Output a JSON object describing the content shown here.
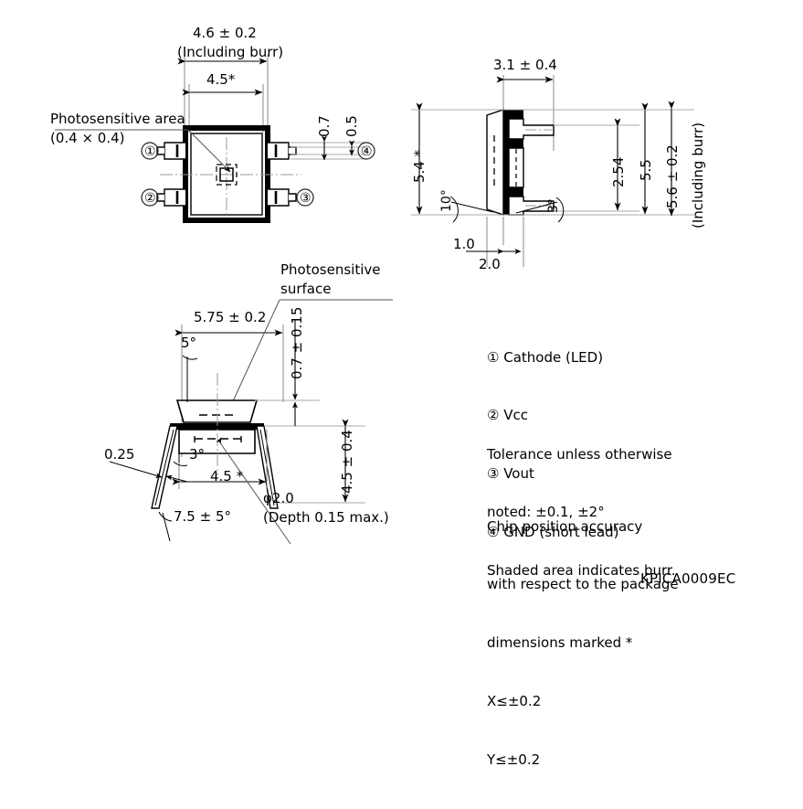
{
  "document": {
    "code": "KPICA0009EC",
    "type": "mechanical-outline-drawing"
  },
  "top_view": {
    "name": "top-view",
    "dimensions": {
      "overall_width": "4.6 ± 0.2",
      "overall_width_note": "(Including burr)",
      "body_width": "4.5*",
      "lead_dim_a": "0.7",
      "lead_dim_b": "0.5"
    },
    "callout": {
      "line1": "Photosensitive area",
      "line2": "(0.4 × 0.4)"
    },
    "pin_marks": {
      "p1": "①",
      "p2": "②",
      "p3": "③",
      "p4": "④"
    }
  },
  "side_view": {
    "name": "side-view",
    "dimensions": {
      "lead_offset": "3.1 ± 0.4",
      "body_height_star": "5.4 *",
      "angle_left": "10°",
      "angle_right": "3°",
      "lead_pitch": "2.54",
      "lead_span": "5.5",
      "overall_height": "5.6 ± 0.2",
      "overall_height_note": "(Including burr)",
      "offset_small": "1.0",
      "offset_large": "2.0"
    }
  },
  "front_view": {
    "name": "front-view",
    "dimensions": {
      "overall_width": "5.75 ± 0.2",
      "body_width_star": "4.5 *",
      "window_height": "0.7 ± 0.15",
      "lead_length": "4.5 ± 0.4",
      "lead_thickness": "0.25",
      "angle_top": "5°",
      "angle_body": "3°",
      "angle_lead": "7.5 ± 5°",
      "hole": "φ2.0",
      "hole_note": "(Depth 0.15 max.)"
    },
    "callout": {
      "line1": "Photosensitive",
      "line2": "surface"
    }
  },
  "legend": {
    "pins": [
      "① Cathode (LED)",
      "② Vcc",
      "③ Vout",
      "④ GND (short lead)"
    ],
    "tolerance": [
      "Tolerance unless otherwise",
      "noted: ±0.1, ±2°",
      "Shaded area indicates burr."
    ],
    "accuracy": [
      "Chip position accuracy",
      "with respect to the package",
      "dimensions marked *",
      "X≤±0.2",
      "Y≤±0.2"
    ]
  },
  "colors": {
    "line": "#000000",
    "thin": "#808080",
    "background": "#ffffff"
  }
}
